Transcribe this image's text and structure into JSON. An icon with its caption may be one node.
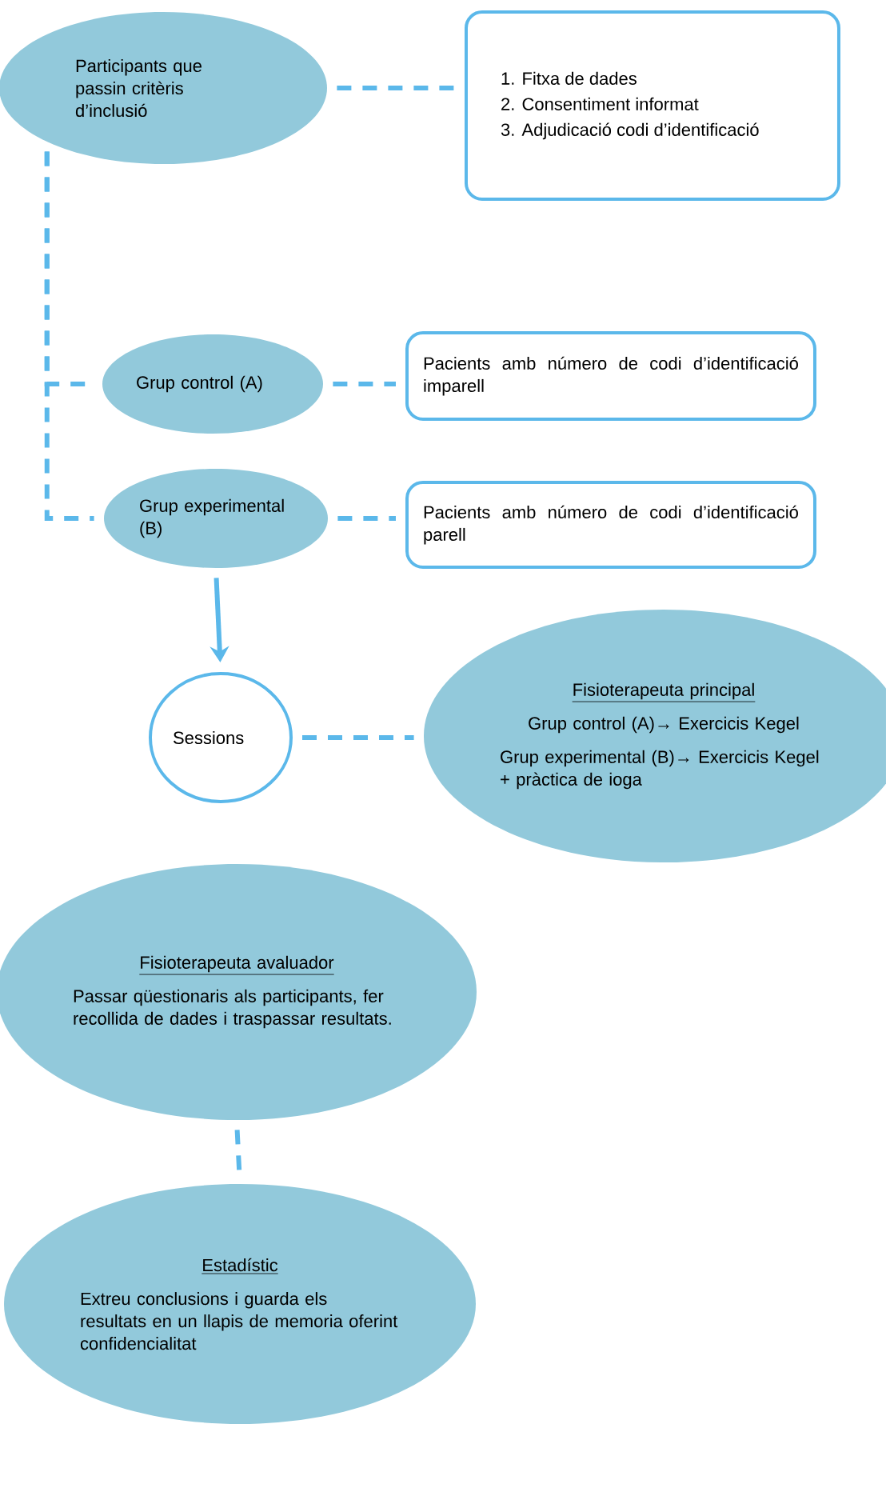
{
  "diagram": {
    "nodes": [
      {
        "text": [
          "Participants que passin critèris d’inclusió"
        ]
      },
      {
        "text": [
          "1. Fitxa de dades",
          "2. Consentiment informat",
          "3. Adjudicació codi d’identificació"
        ]
      },
      {
        "text": [
          "Grup control (A)"
        ]
      },
      {
        "text": [
          "Pacients amb número de codi d’identificació imparell"
        ]
      },
      {
        "text": [
          "Grup experimental (B)"
        ]
      },
      {
        "text": [
          "Pacients amb número de codi d’identificació parell"
        ]
      },
      {
        "text": [
          "Sessions"
        ]
      },
      {
        "text": [
          "Fisioterapeuta principal",
          "Grup control (A)→ Exercicis Kegel",
          "Grup experimental (B)→ Exercicis Kegel + pràctica de ioga"
        ]
      },
      {
        "text": [
          "Fisioterapeuta avaluador",
          "Passar qüestionaris als participants, fer recollida de dades i traspassar resultats."
        ]
      },
      {
        "text": [
          "Estadístic",
          "Extreu conclusions i guarda els resultats en un llapis de memoria oferint confidencialitat"
        ]
      }
    ],
    "edges": [
      {
        "from": 0,
        "to": 1,
        "arrow": "none",
        "style": "dashed"
      },
      {
        "from": 0,
        "to": 2,
        "arrow": "none",
        "style": "dashed"
      },
      {
        "from": 0,
        "to": 4,
        "arrow": "none",
        "style": "dashed"
      },
      {
        "from": 2,
        "to": 3,
        "arrow": "none",
        "style": "dashed"
      },
      {
        "from": 4,
        "to": 5,
        "arrow": "none",
        "style": "dashed"
      },
      {
        "from": 4,
        "to": 6,
        "arrow": "to"
      },
      {
        "from": 6,
        "to": 7,
        "arrow": "none",
        "style": "dashed"
      },
      {
        "from": 8,
        "to": 9,
        "arrow": "none",
        "style": "dashed"
      }
    ]
  }
}
